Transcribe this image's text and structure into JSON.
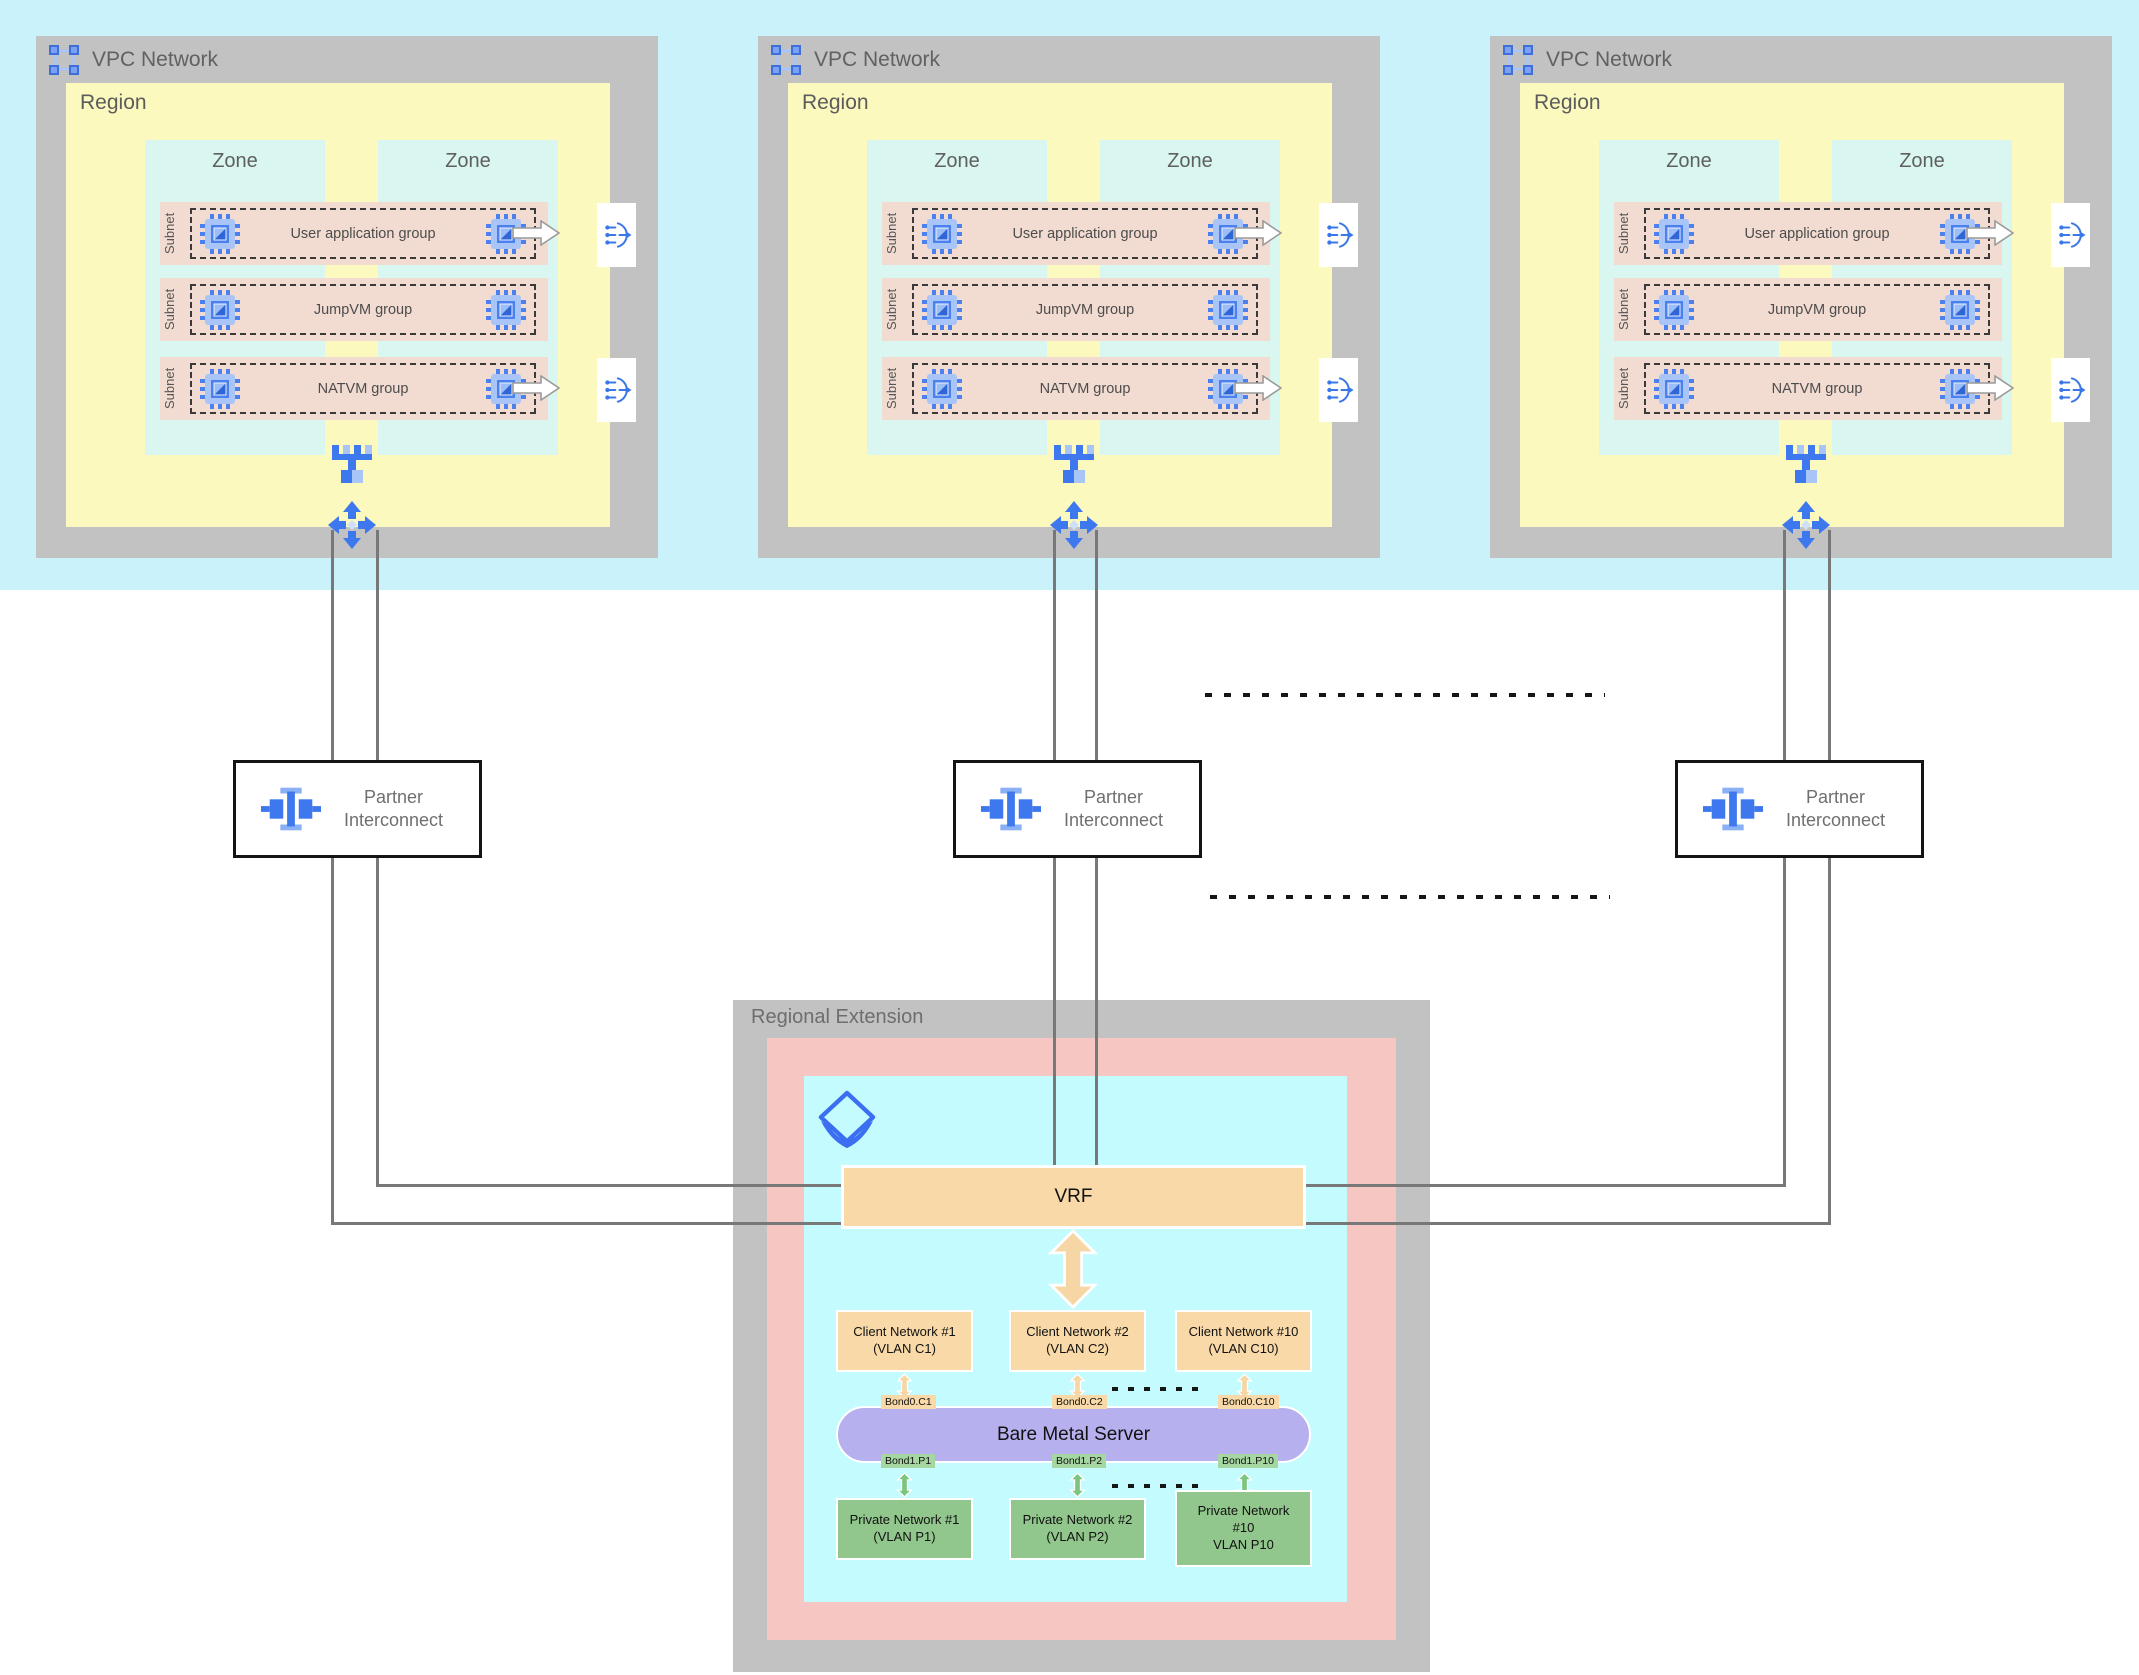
{
  "vpc": {
    "title": "VPC Network",
    "region_label": "Region",
    "zone_label": "Zone",
    "subnet_label": "Subnet",
    "groups": [
      {
        "label": "User application group",
        "has_load_balancer": true
      },
      {
        "label": "JumpVM group",
        "has_load_balancer": false
      },
      {
        "label": "NATVM group",
        "has_load_balancer": true
      }
    ]
  },
  "partner_interconnect": {
    "line1": "Partner",
    "line2": "Interconnect"
  },
  "regional_extension": {
    "title": "Regional Extension",
    "vrf_label": "VRF",
    "bare_metal_label": "Bare Metal Server",
    "client_networks": [
      {
        "line1": "Client Network #1",
        "line2": "(VLAN C1)",
        "bond": "Bond0.C1"
      },
      {
        "line1": "Client Network #2",
        "line2": "(VLAN C2)",
        "bond": "Bond0.C2"
      },
      {
        "line1": "Client Network #10",
        "line2": "(VLAN C10)",
        "bond": "Bond0.C10"
      }
    ],
    "private_networks": [
      {
        "line1": "Private Network #1",
        "line2": "(VLAN P1)",
        "line3": "",
        "bond": "Bond1.P1"
      },
      {
        "line1": "Private Network #2",
        "line2": "(VLAN P2)",
        "line3": "",
        "bond": "Bond1.P2"
      },
      {
        "line1": "Private Network",
        "line2": "#10",
        "line3": "VLAN P10",
        "bond": "Bond1.P10"
      }
    ]
  },
  "colors": {
    "cloud_background": "#c9f2fa",
    "vpc_border_gray": "#c2c2c2",
    "region_yellow": "#fbf9be",
    "zone_cyan": "#d9f6f1",
    "subnet_pink": "#f2dcd2",
    "icon_blue": "#3e78ee",
    "icon_blue_light": "#a9c4f7",
    "regional_pink": "#f6c6c3",
    "regional_cyan": "#c3fbfe",
    "vrf_orange": "#f8d9a7",
    "bare_metal_purple": "#b6b0ef",
    "private_green": "#91c68c",
    "line_gray": "#787878"
  }
}
